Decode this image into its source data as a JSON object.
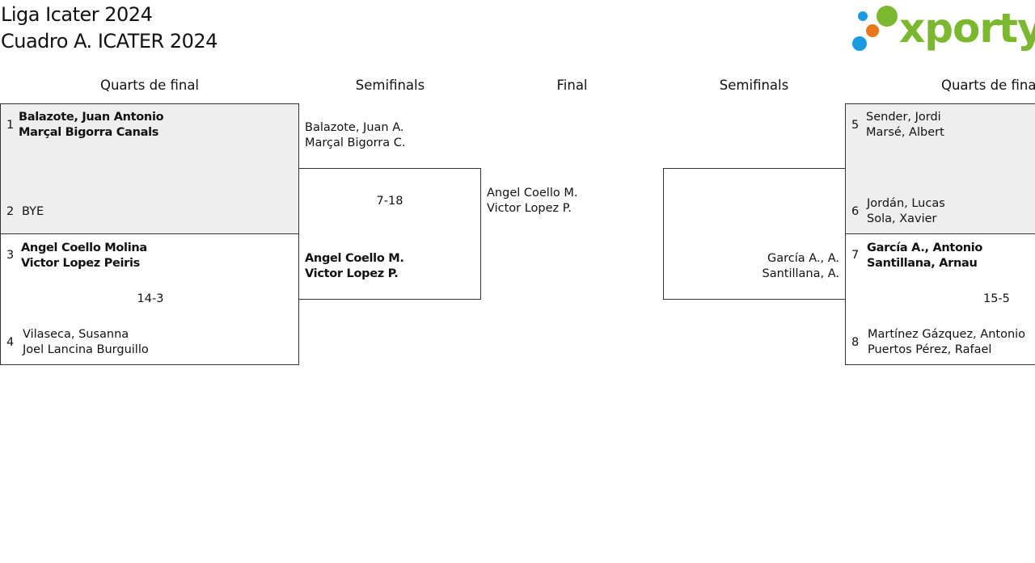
{
  "header": {
    "line1": "Liga Icater 2024",
    "line2": "Cuadro A. ICATER 2024"
  },
  "logo": {
    "text": "xporty",
    "dot_colors": [
      "#1a9be0",
      "#e8761a",
      "#7cb82f"
    ],
    "text_color": "#7cb82f"
  },
  "rounds": {
    "left_qf": "Quarts de final",
    "left_sf": "Semifinals",
    "final": "Final",
    "right_sf": "Semifinals",
    "right_qf": "Quarts de final"
  },
  "left_qf": {
    "m1": {
      "seed_a": "1",
      "a1": "Balazote, Juan Antonio",
      "a2": "Marçal Bigorra Canals",
      "seed_b": "2",
      "b1": "BYE"
    },
    "m2": {
      "seed_a": "3",
      "a1": "Angel Coello Molina",
      "a2": "Victor Lopez Peiris",
      "score": "14-3",
      "seed_b": "4",
      "b1": "Vilaseca, Susanna",
      "b2": "Joel Lancina Burguillo"
    }
  },
  "left_sf": {
    "a1": "Balazote, Juan A.",
    "a2": "Marçal Bigorra C.",
    "score": "7-18",
    "b1": "Angel Coello M.",
    "b2": "Victor Lopez P."
  },
  "final": {
    "p1": "Angel Coello M.",
    "p2": "Victor Lopez P."
  },
  "right_sf": {
    "b1": "García A., A.",
    "b2": "Santillana, A."
  },
  "right_qf": {
    "m1": {
      "seed_a": "5",
      "a1": "Sender, Jordi",
      "a2": "Marsé, Albert",
      "seed_b": "6",
      "b1": "Jordán, Lucas",
      "b2": "Sola, Xavier"
    },
    "m2": {
      "seed_a": "7",
      "a1": "García A., Antonio",
      "a2": "Santillana, Arnau",
      "score": "15-5",
      "seed_b": "8",
      "b1": "Martínez Gázquez, Antonio",
      "b2": "Puertos Pérez, Rafael"
    }
  }
}
